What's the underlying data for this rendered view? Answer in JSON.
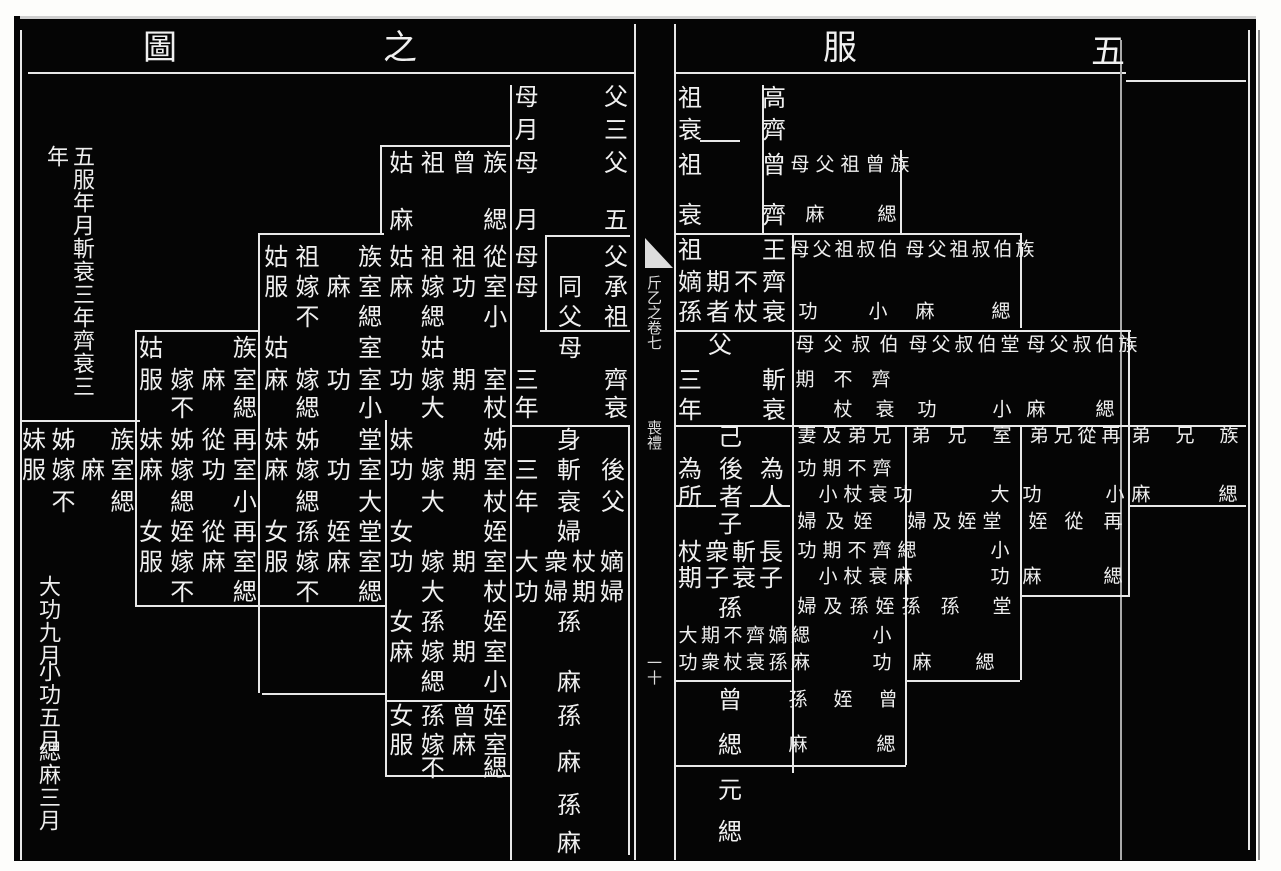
{
  "title": {
    "c1": "圖",
    "c2": "之",
    "c3": "服",
    "c4": "五"
  },
  "left_notes": {
    "top": "五服年月斬衰三年齊衰三年",
    "bottom": [
      "大功九月",
      "小功五月",
      "緦麻三月"
    ]
  },
  "gutter": {
    "volume": "斤乙之卷七",
    "section": "喪禮",
    "page": "一十"
  },
  "left_page": {
    "main": [
      "　　　　　　　　　　　　母",
      "　　　　　　　　　　　　月",
      "　　　　　　　　姑祖曾族母",
      "　　　　　　　　麻　　緦月",
      "　　　　姑祖　族姑祖祖從母",
      "　　　　服嫁麻室麻嫁功室母",
      "　　　　　不　緦　緦　小",
      "姑　　族姑　　室　姑",
      "服嫁麻室麻嫁功室功嫁期室三",
      "　不　緦　緦　小　大　杖年",
      "妹姊從再妹姊　堂妹　　姊",
      "麻嫁功室麻嫁功室功嫁期室三",
      "　緦　小　緦　大　大　杖年",
      "女姪從再女孫姪堂女　　姪",
      "服嫁麻室服嫁麻室功嫁期室大",
      "　不　緦　不　緦　大　杖功",
      "　　　　　　　　女孫　姪",
      "　　　　　　　　麻嫁期室",
      "　　　　　　　　　緦　小",
      "　　　　　　　　女孫曾姪",
      "　　　　　　　　服嫁麻室",
      "　　　　　　　　　不　緦"
    ],
    "box": [
      "妹姊　族",
      "服嫁麻室",
      "　不　緦"
    ],
    "side": [
      "　　父",
      "　　三",
      "　　父",
      "　　五",
      "　　父",
      "同　承",
      "父　祖",
      "母",
      "　　齊",
      "　　衰",
      "身",
      "斬　後",
      "衰　父",
      "婦",
      "衆杖嫡",
      "婦期婦",
      "孫",
      "麻",
      "孫",
      "麻",
      "孫",
      "麻"
    ]
  },
  "right_page": {
    "inner": [
      "祖　　高",
      "衰　　齊",
      "祖　　曾",
      "衰　　齊",
      "祖　　王",
      "嫡期不齊",
      "孫者杖衰",
      "　父",
      "三　　斬",
      "年　　衰",
      "　己",
      "為後為",
      "所者人",
      "　子",
      "杖衆斬長",
      "期子衰子",
      "　孫",
      "大期不齊嫡緦",
      "功衆杖衰孫麻",
      "　曾",
      "　緦",
      "　元",
      "　緦"
    ],
    "segments": [
      "母父祖曾族",
      "麻　緦",
      "母父祖叔伯",
      "母父祖叔伯族",
      "功　小",
      "麻　緦",
      "母父叔伯",
      "母父叔伯堂",
      "母父叔伯族",
      "期不齊",
      "杖衰功",
      "小麻",
      "緦",
      "妻及弟兄",
      "弟兄",
      "室",
      "弟兄從再",
      "弟兄族",
      "功期不齊",
      "小杖衰功",
      "大功",
      "小麻",
      "緦",
      "婦及姪",
      "婦及姪堂",
      "姪從",
      "再",
      "功期不齊緦",
      "小",
      "小杖衰麻",
      "功麻",
      "緦",
      "婦及孫姪孫",
      "孫",
      "堂",
      "小",
      "功麻",
      "緦",
      "孫姪曾",
      "麻　緦"
    ]
  }
}
